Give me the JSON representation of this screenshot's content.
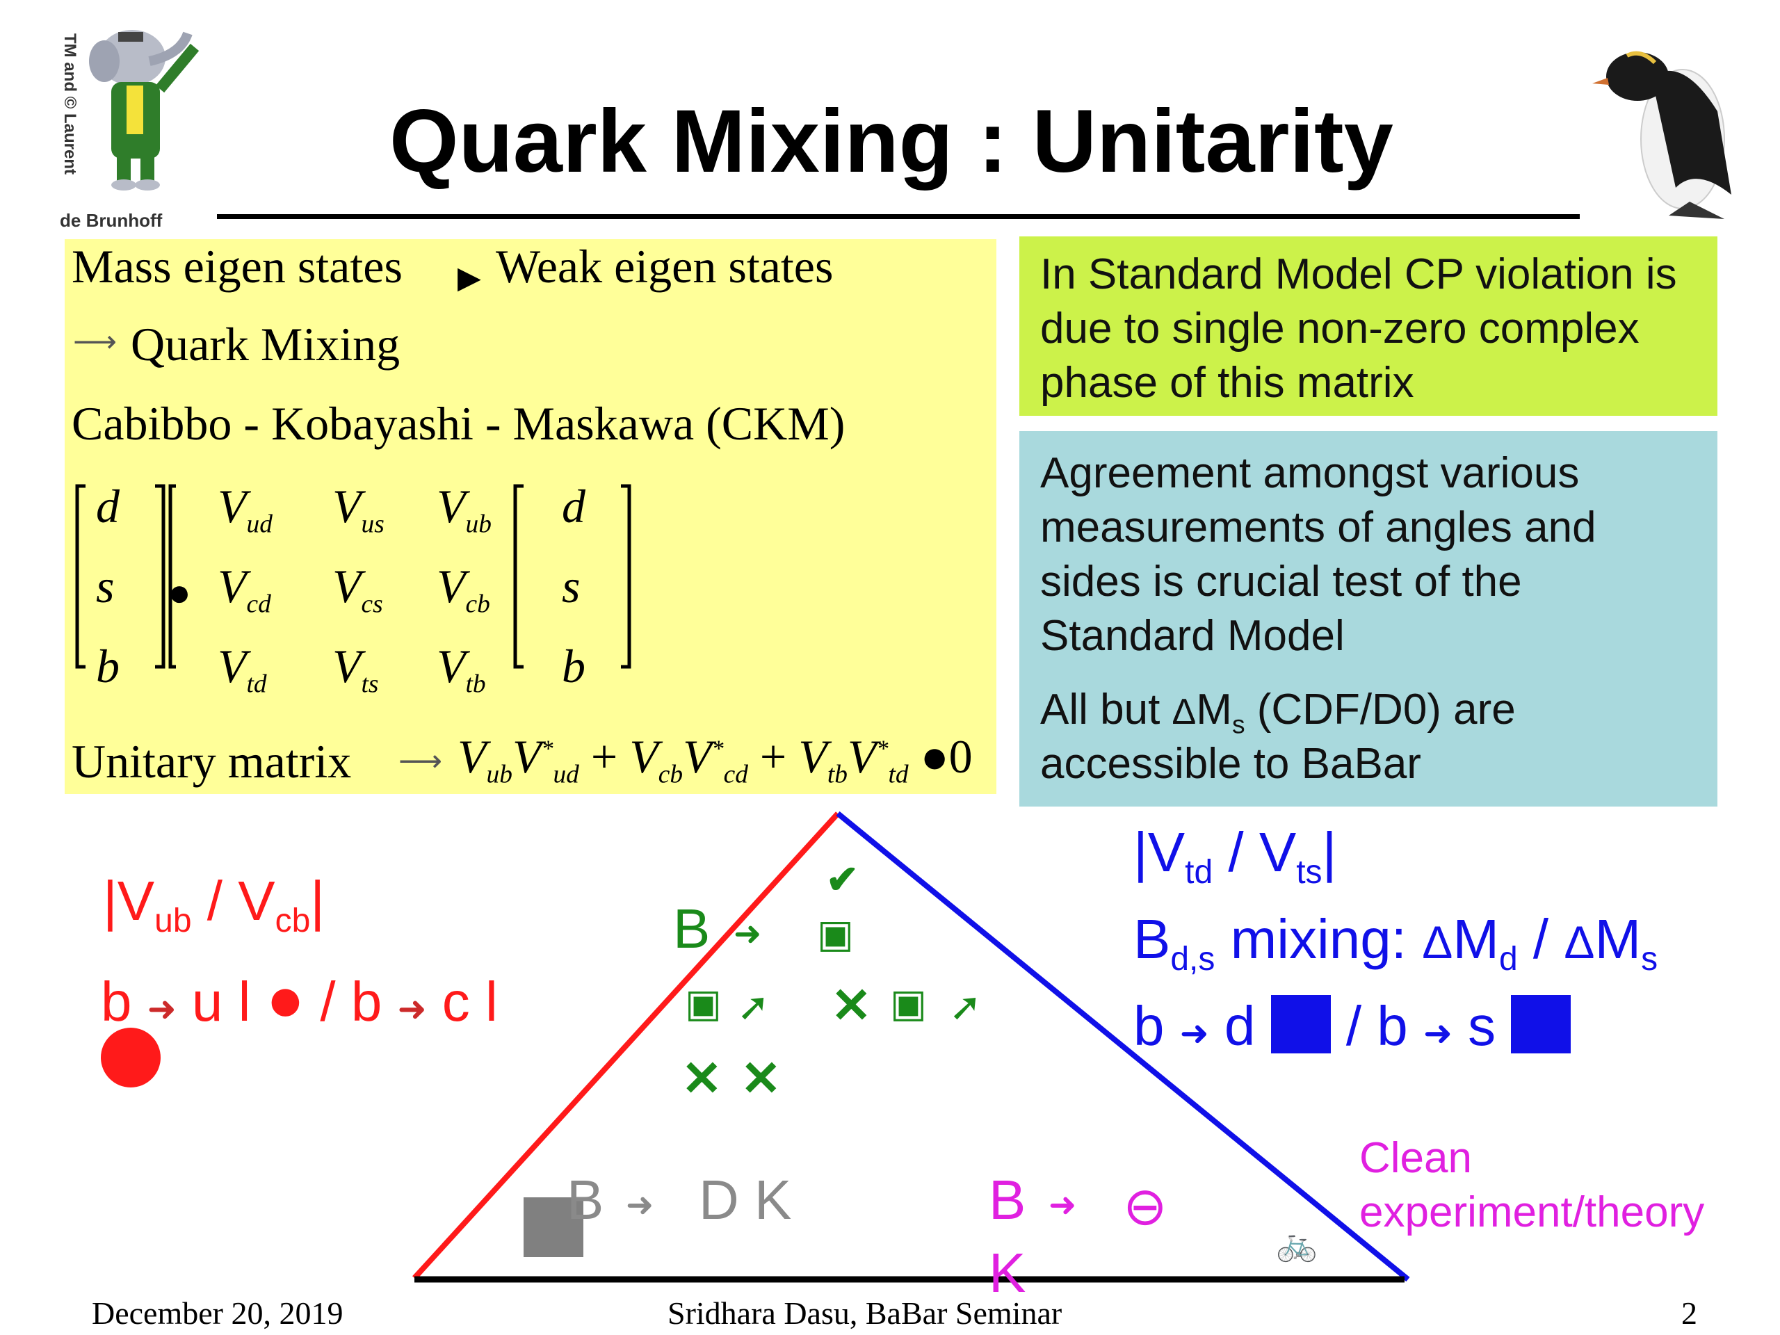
{
  "title": "Quark Mixing : Unitarity",
  "credit": {
    "rotated": "TM and © Laurent",
    "bottom": "de Brunhoff"
  },
  "yellow_box": {
    "line1_left": "Mass eigen states",
    "line1_right": "Weak eigen states",
    "line2": "Quark Mixing",
    "line3": "Cabibbo - Kobayashi - Maskawa (CKM)",
    "matrix": {
      "rows": [
        [
          "d",
          "V",
          "ud",
          "V",
          "us",
          "V",
          "ub",
          "d"
        ],
        [
          "s",
          "V",
          "cd",
          "V",
          "cs",
          "V",
          "cb",
          "s"
        ],
        [
          "b",
          "V",
          "td",
          "V",
          "ts",
          "V",
          "tb",
          "b"
        ]
      ]
    },
    "unitary_label": "Unitary matrix",
    "unitary_expr": {
      "t1": "V",
      "t1s": "ub",
      "t2": "V",
      "t2s": "ud",
      "t3": "V",
      "t3s": "cb",
      "t4": "V",
      "t4s": "cd",
      "t5": "V",
      "t5s": "tb",
      "t6": "V",
      "t6s": "td",
      "star": "*",
      "zero": "0"
    }
  },
  "green_box": {
    "line1": "In Standard Model CP violation is",
    "line2": "due to single non-zero complex",
    "line3": "phase of this matrix"
  },
  "teal_box": {
    "line1": "Agreement amongst various",
    "line2": "measurements of angles and",
    "line3": "sides is crucial test of the",
    "line4": "Standard Model",
    "line5_a": "All but ",
    "line5_b": "M",
    "line5_sub": "s",
    "line5_c": " (CDF/D0) are",
    "line6": "accessible to BaBar"
  },
  "left_label": {
    "ratio_a": "|V",
    "ratio_sub1": "ub",
    "ratio_b": " / V",
    "ratio_sub2": "cb",
    "ratio_c": "|",
    "decay_b1": "b",
    "decay_u": "u l",
    "decay_sep": "/ b",
    "decay_c": "c l"
  },
  "right_label": {
    "ratio_a": "|V",
    "ratio_sub1": "td",
    "ratio_b": " / V",
    "ratio_sub2": "ts",
    "ratio_c": "|",
    "mix_a": "B",
    "mix_sub": "d,s",
    "mix_b": " mixing: ",
    "mix_m1": "M",
    "mix_m1sub": "d",
    "mix_slash": " / ",
    "mix_m2": "M",
    "mix_m2sub": "s",
    "decay_b": "b",
    "decay_d": "d",
    "decay_sep": "/ b",
    "decay_s": "s"
  },
  "triangle_labels": {
    "top_b": "B",
    "bottom_left": "B",
    "bottom_left_dk": "D K",
    "bottom_right_b": "B",
    "bottom_right_k": "K"
  },
  "clean_label": {
    "line1": "Clean",
    "line2": "experiment/theory"
  },
  "footer": {
    "date": "December 20, 2019",
    "center": "Sridhara Dasu, BaBar Seminar",
    "page": "2"
  },
  "colors": {
    "yellow": "#ffff99",
    "green_box": "#ccf24a",
    "teal_box": "#a9d9dd",
    "red": "#ff1a1a",
    "blue": "#1010e8",
    "dark_green": "#1a8a1a",
    "magenta": "#e020e0",
    "gray": "#8a8a8a"
  }
}
